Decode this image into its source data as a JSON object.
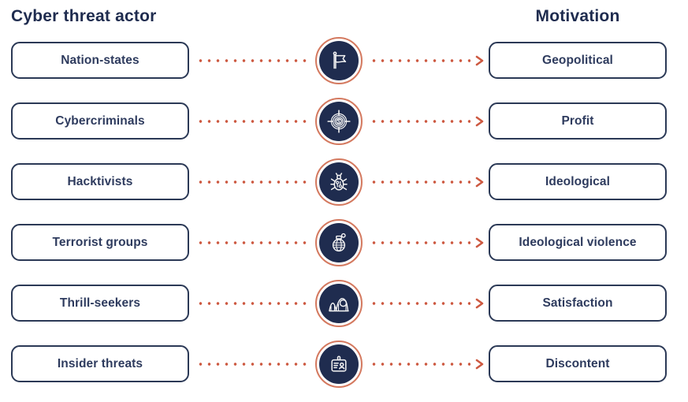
{
  "headers": {
    "left": "Cyber threat actor",
    "right": "Motivation"
  },
  "rows": [
    {
      "actor": "Nation-states",
      "motivation": "Geopolitical",
      "icon": "flag-icon"
    },
    {
      "actor": "Cybercriminals",
      "motivation": "Profit",
      "icon": "dollar-target-icon"
    },
    {
      "actor": "Hacktivists",
      "motivation": "Ideological",
      "icon": "bug-icon"
    },
    {
      "actor": "Terrorist groups",
      "motivation": "Ideological violence",
      "icon": "grenade-icon"
    },
    {
      "actor": "Thrill-seekers",
      "motivation": "Satisfaction",
      "icon": "rollercoaster-icon"
    },
    {
      "actor": "Insider threats",
      "motivation": "Discontent",
      "icon": "id-badge-icon"
    }
  ],
  "colors": {
    "navy": "#1f2c4f",
    "border-navy": "#2b3956",
    "orange": "#cd5941",
    "ring": "#d4795f",
    "label": "#2e3b5e",
    "bg": "#ffffff"
  }
}
